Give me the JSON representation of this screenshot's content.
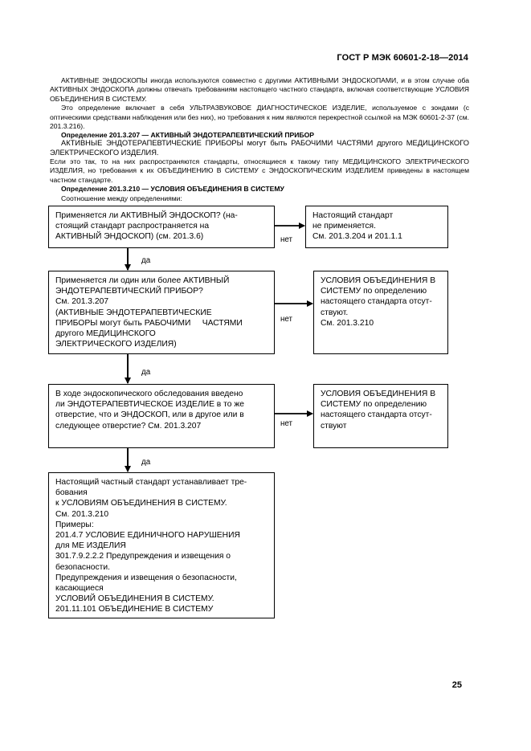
{
  "header": {
    "doc_id": "ГОСТ Р МЭК 60601-2-18—2014"
  },
  "body": {
    "p1": "АКТИВНЫЕ ЭНДОСКОПЫ иногда используются совместно с другими АКТИВНЫМИ ЭНДОСКОПАМИ, и в этом случае оба АКТИВНЫХ ЭНДОСКОПА должны отвечать требованиям настоящего частного стандарта, включая соответствующие УСЛОВИЯ ОБЪЕДИНЕНИЯ В СИСТЕМУ.",
    "p2": "Это определение включает в себя УЛЬТРАЗВУКОВОЕ ДИАГНОСТИЧЕСКОЕ ИЗДЕЛИЕ, используемое с зондами (с оптическими средствами наблюдения или без них), но требования к ним являются перекрестной ссылкой на МЭК 60601-2-37 (см. 201.3.216).",
    "def1": "Определение 201.3.207 — АКТИВНЫЙ ЭНДОТЕРАПЕВТИЧЕСКИЙ ПРИБОР",
    "p3a": "АКТИВНЫЕ ЭНДОТЕРАПЕВТИЧЕСКИЕ ПРИБОРЫ могут быть РАБОЧИМИ ЧАСТЯМИ другого МЕДИЦИНСКОГО ЭЛЕКТРИЧЕСКОГО ИЗДЕЛИЯ.",
    "p3b": "Если это так, то на них распространяются стандарты, относящиеся к такому типу МЕДИЦИНСКОГО ЭЛЕКТРИЧЕСКОГО ИЗДЕЛИЯ, но требования к их ОБЪЕДИНЕНИЮ В СИСТЕМУ с ЭНДОСКОПИЧЕСКИМ ИЗДЕЛИЕМ приведены в настоящем частном стандарте.",
    "def2": "Определение 201.3.210 — УСЛОВИЯ ОБЪЕДИНЕНИЯ В СИСТЕМУ",
    "p4": "Соотношение между определениями:"
  },
  "flow": {
    "q1": [
      "Применяется ли АКТИВНЫЙ ЭНДОСКОП? (на-",
      "стоящий стандарт распространяется на",
      "АКТИВНЫЙ ЭНДОСКОП) (см. 201.3.6)"
    ],
    "a1": [
      "Настоящий стандарт",
      "не применяется.",
      "См. 201.3.204 и 201.1.1"
    ],
    "q2": [
      "Применяется ли один или более АКТИВНЫЙ",
      "ЭНДОТЕРАПЕВТИЧЕСКИЙ ПРИБОР?",
      "См. 201.3.207",
      "(АКТИВНЫЕ ЭНДОТЕРАПЕВТИЧЕСКИЕ",
      "ПРИБОРЫ могут быть РАБОЧИМИ     ЧАСТЯМИ",
      "другого МЕДИЦИНСКОГО",
      "ЭЛЕКТРИЧЕСКОГО ИЗДЕЛИЯ)"
    ],
    "a2": [
      "УСЛОВИЯ ОБЪЕДИНЕНИЯ В",
      "СИСТЕМУ по определению",
      "настоящего стандарта отсут-",
      "ствуют.",
      "См. 201.3.210"
    ],
    "q3": [
      "В ходе эндоскопического обследования введено",
      "ли ЭНДОТЕРАПЕВТИЧЕСКОЕ ИЗДЕЛИЕ в то же",
      "отверстие, что и ЭНДОСКОП, или в другое или в",
      "следующее отверстие? См. 201.3.207"
    ],
    "a3": [
      "УСЛОВИЯ ОБЪЕДИНЕНИЯ В",
      "СИСТЕМУ по определению",
      "настоящего стандарта отсут-",
      "ствуют"
    ],
    "final": [
      "Настоящий частный стандарт устанавливает тре-",
      "бования",
      "к УСЛОВИЯМ ОБЪЕДИНЕНИЯ В СИСТЕМУ.",
      "См. 201.3.210",
      "Примеры:",
      "201.4.7 УСЛОВИЕ ЕДИНИЧНОГО НАРУШЕНИЯ",
      "для МЕ ИЗДЕЛИЯ",
      "301.7.9.2.2.2 Предупреждения и извещения о",
      "безопасности.",
      "Предупреждения и извещения о безопасности,",
      "касающиеся",
      "УСЛОВИЙ ОБЪЕДИНЕНИЯ В СИСТЕМУ.",
      "201.11.101 ОБЪЕДИНЕНИЕ В СИСТЕМУ"
    ],
    "yes_label": "да",
    "no_label": "нет"
  },
  "footer": {
    "page_number": "25"
  }
}
